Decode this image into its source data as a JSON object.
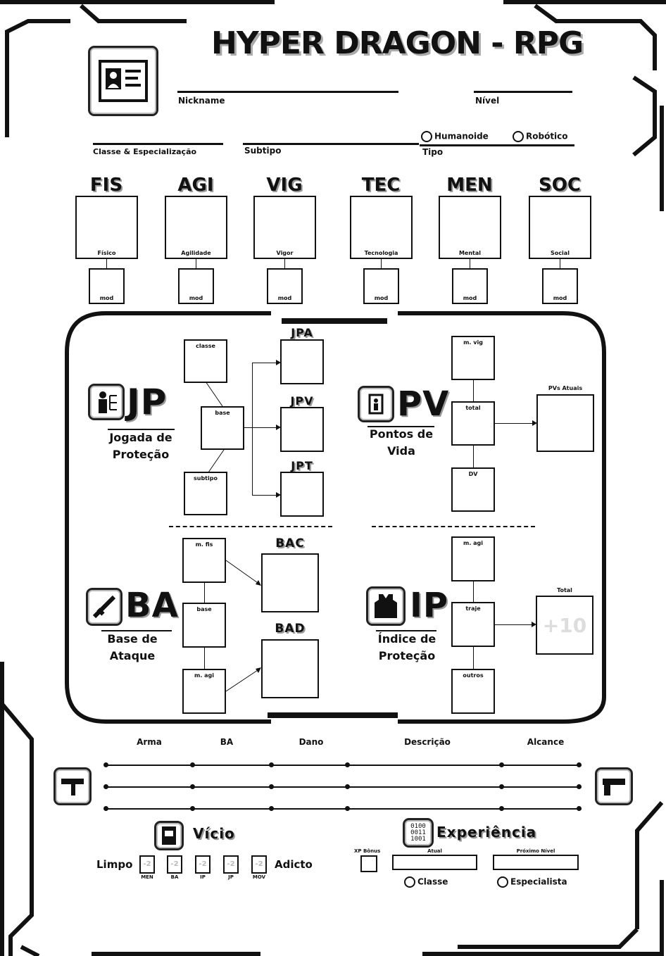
{
  "title": "HYPER DRAGON - RPG",
  "header": {
    "nickname_label": "Nickname",
    "nivel_label": "Nível",
    "classe_label": "Classe & Especialização",
    "subtipo_label": "Subtipo",
    "tipo_label": "Tipo",
    "tipo_options": [
      "Humanoide",
      "Robótico"
    ]
  },
  "attributes": [
    {
      "abbr": "FIS",
      "name": "Físico",
      "mod": "mod"
    },
    {
      "abbr": "AGI",
      "name": "Agilidade",
      "mod": "mod"
    },
    {
      "abbr": "VIG",
      "name": "Vigor",
      "mod": "mod"
    },
    {
      "abbr": "TEC",
      "name": "Tecnologia",
      "mod": "mod"
    },
    {
      "abbr": "MEN",
      "name": "Mental",
      "mod": "mod"
    },
    {
      "abbr": "SOC",
      "name": "Social",
      "mod": "mod"
    }
  ],
  "jp": {
    "abbr": "JP",
    "title1": "Jogada de",
    "title2": "Proteção",
    "inputs": [
      "classe",
      "base",
      "subtipo"
    ],
    "outputs": [
      "JPA",
      "JPV",
      "JPT"
    ]
  },
  "pv": {
    "abbr": "PV",
    "title1": "Pontos de",
    "title2": "Vida",
    "inputs": [
      "m. vig",
      "total",
      "DV"
    ],
    "output": "PVs Atuais"
  },
  "ba": {
    "abbr": "BA",
    "title1": "Base de",
    "title2": "Ataque",
    "inputs": [
      "m. fis",
      "base",
      "m. agi"
    ],
    "outputs": [
      "BAC",
      "BAD"
    ]
  },
  "ip": {
    "abbr": "IP",
    "title1": "Índice de",
    "title2": "Proteção",
    "inputs": [
      "m. agi",
      "traje",
      "outros"
    ],
    "output": "Total",
    "output_value": "+10"
  },
  "weapons": {
    "headers": [
      "Arma",
      "BA",
      "Dano",
      "Descrição",
      "Alcance"
    ]
  },
  "vicio": {
    "title": "Vício",
    "left": "Limpo",
    "right": "Adicto",
    "boxes": [
      {
        "value": "-2",
        "label": "MEN"
      },
      {
        "value": "-2",
        "label": "BA"
      },
      {
        "value": "-2",
        "label": "IP"
      },
      {
        "value": "-2",
        "label": "JP"
      },
      {
        "value": "-2",
        "label": "MOV"
      }
    ]
  },
  "experiencia": {
    "title": "Experiência",
    "icon_text": "0100\n0011\n1001",
    "xp_bonus": "XP Bônus",
    "atual": "Atual",
    "proximo": "Próximo Nível",
    "options": [
      "Classe",
      "Especialista"
    ]
  }
}
